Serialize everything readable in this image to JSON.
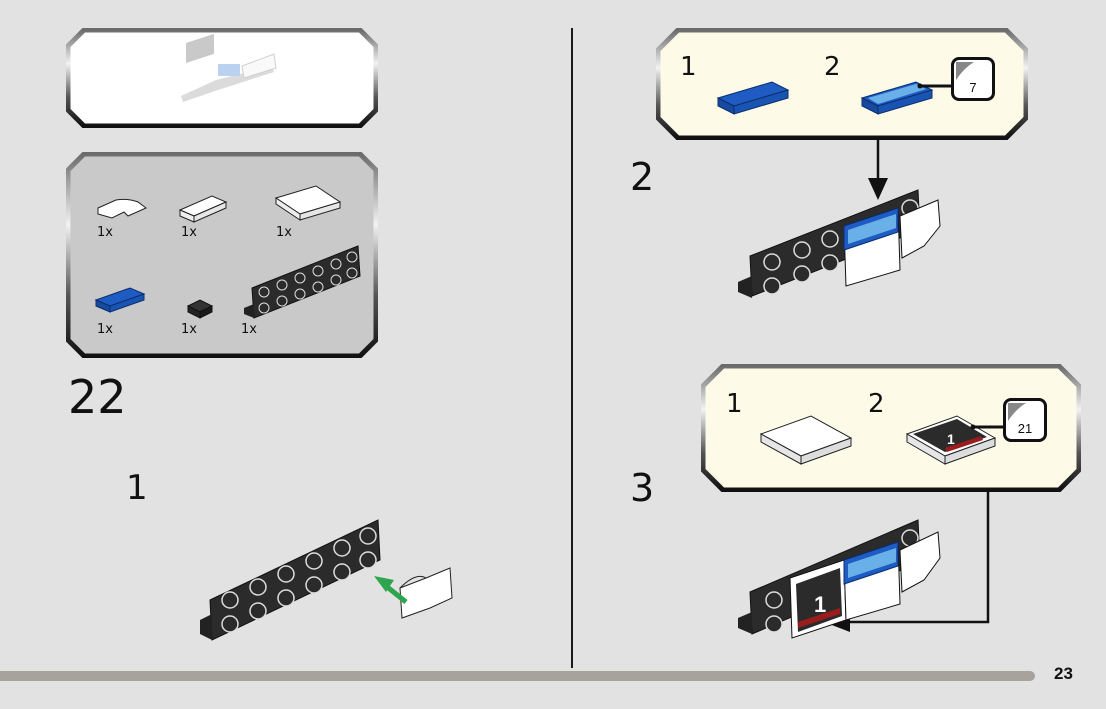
{
  "page": {
    "number": "23"
  },
  "colors": {
    "background": "#e2e2e2",
    "callout_fill": "#fdfbe8",
    "parts_fill": "#c9c9c9",
    "brick_blue": "#1e5cc4",
    "brick_black": "#2b2b2b",
    "arrow_green": "#2ea44f",
    "footer_bar": "#a8a29c"
  },
  "left": {
    "preview_box": {
      "image": "completed-submodel-preview"
    },
    "parts_list": {
      "items": [
        {
          "part": "white-curved-slope",
          "qty": "1x"
        },
        {
          "part": "white-tile-1x2",
          "qty": "1x"
        },
        {
          "part": "white-tile-2x2",
          "qty": "1x"
        },
        {
          "part": "blue-tile-1x2",
          "qty": "1x"
        },
        {
          "part": "black-tile-1x1",
          "qty": "1x"
        },
        {
          "part": "black-bracket-plate-2x6",
          "qty": "1x"
        }
      ]
    },
    "main_step": "22",
    "sub_step": "1"
  },
  "right": {
    "steps": [
      {
        "number": "2",
        "callout": {
          "substeps": [
            {
              "number": "1",
              "part": "blue-tile-1x2"
            },
            {
              "number": "2",
              "part": "blue-tile-with-sticker"
            }
          ],
          "sticker_ref": "7"
        }
      },
      {
        "number": "3",
        "callout": {
          "substeps": [
            {
              "number": "1",
              "part": "white-tile-2x2"
            },
            {
              "number": "2",
              "part": "tile-with-number-sticker"
            }
          ],
          "sticker_ref": "21"
        }
      }
    ]
  }
}
